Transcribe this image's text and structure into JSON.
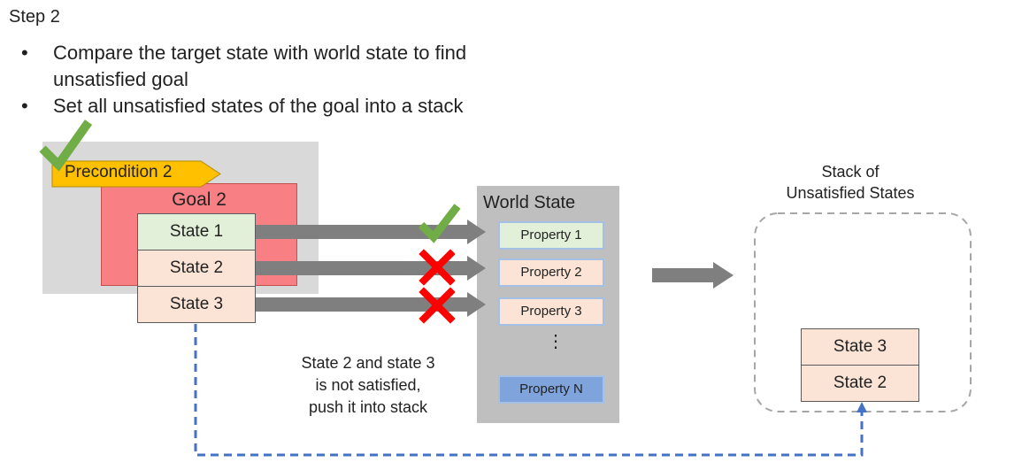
{
  "step": {
    "title": "Step 2"
  },
  "bullets": [
    {
      "line1": "Compare the target state with world state to find",
      "line2": "unsatisfied goal"
    },
    {
      "line1": "Set all unsatisfied states of the goal into a stack"
    }
  ],
  "bullet_symbol": "•",
  "goal": {
    "precondition_label": "Precondition 2",
    "goal_label": "Goal 2",
    "states": [
      {
        "label": "State 1",
        "satisfied": true
      },
      {
        "label": "State 2",
        "satisfied": false
      },
      {
        "label": "State 3",
        "satisfied": false
      }
    ]
  },
  "world_state": {
    "title": "World State",
    "properties": [
      "Property 1",
      "Property 2",
      "Property 3",
      "Property N"
    ],
    "ellipsis": "⋮"
  },
  "note": {
    "line1": "State 2 and state 3",
    "line2": "is not satisfied,",
    "line3": "push it into stack"
  },
  "stack": {
    "title_line1": "Stack of",
    "title_line2": "Unsatisfied States",
    "items": [
      "State 3",
      "State 2"
    ]
  },
  "colors": {
    "check": "#70ad47",
    "cross": "#ff0000",
    "arrow": "#7f7f7f",
    "dashed_arrow": "#4472c4",
    "precondition": "#ffc000",
    "goal": "#f87f83"
  }
}
